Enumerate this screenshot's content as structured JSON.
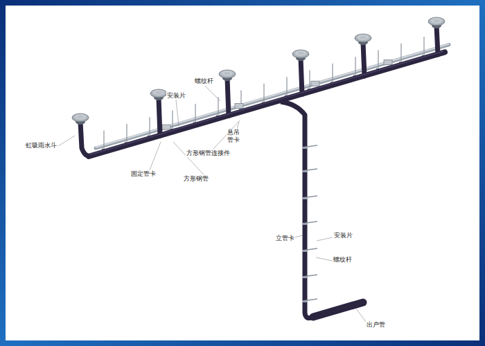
{
  "diagram": {
    "labels": [
      "螺纹杆",
      "安装片",
      "虹吸雨水斗",
      "悬吊 管卡",
      "方形钢管连接件",
      "固定管卡",
      "方形钢管",
      "立管卡",
      "安装片",
      "螺纹杆",
      "出户管"
    ]
  }
}
